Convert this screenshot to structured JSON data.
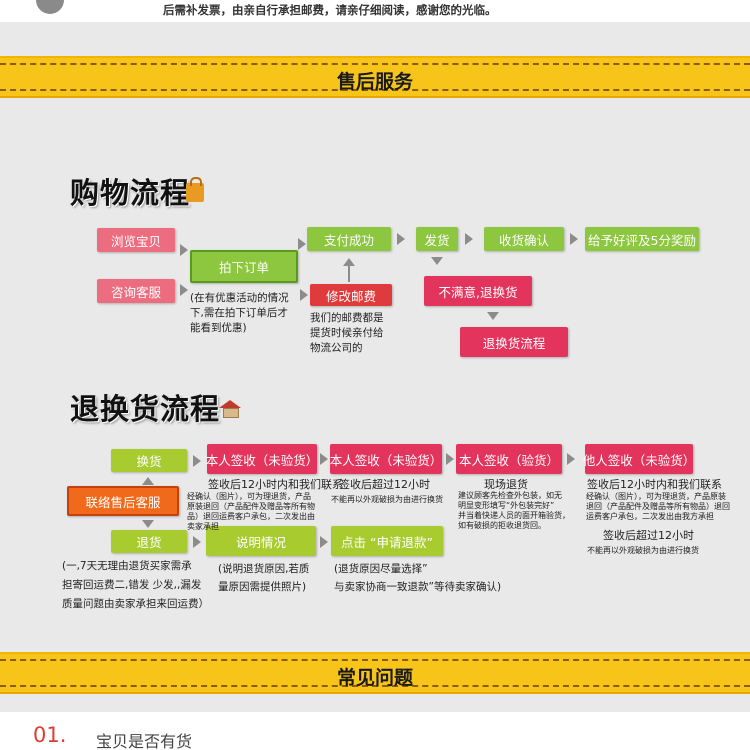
{
  "top": {
    "text": "后需补发票，由亲自行承担邮费，请亲仔细阅读，感谢您的光临。"
  },
  "banners": {
    "after_sales": "售后服务",
    "faq": "常见问题"
  },
  "shopping": {
    "title": "购物流程",
    "browse": "浏览宝贝",
    "consult": "咨询客服",
    "order": "拍下订单",
    "order_note": [
      "(在有优惠活动的情况",
      "下,需在拍下订单后才",
      "能看到优惠)"
    ],
    "pay": "支付成功",
    "modify_postage": "修改邮费",
    "postage_note": [
      "我们的邮费都是",
      "提货时候亲付给",
      "物流公司的"
    ],
    "ship": "发货",
    "receive": "收货确认",
    "review": "给予好评及5分奖励",
    "unsatisfied": "不满意,退换货",
    "return_flow": "退换货流程"
  },
  "returns": {
    "title": "退换货流程",
    "exchange": "换货",
    "contact": "联络售后客服",
    "refund": "退货",
    "self_unchecked": "本人签收（未验货）",
    "self_unchecked_2": "本人签收（未验货）",
    "self_checked": "本人签收（验货）",
    "other_unchecked": "他人签收（未验货）",
    "note1_main": "签收后12小时内和我们联系",
    "note1_small": [
      "经确认（图片），可为理退货，产品",
      "原装退回（产品配件及赠品等所有物",
      "品）退回运费客户承包，二次发出由",
      "卖家承担"
    ],
    "note2_main": "签收后超过12小时",
    "note2_small": "不能再以外观破损为由进行换货",
    "note3_main": "现场退货",
    "note3_small": [
      "建议顾客先检查外包装，如无",
      "明显变形填写“外包装完好”",
      "并当着快递人员的面开箱验货，",
      "如有破损的拒收退货回。"
    ],
    "note4_main": "签收后12小时内和我们联系",
    "note4_small": [
      "经确认（图片），可为理退货，产品原装",
      "退回（产品配件及赠品等所有物品）退回",
      "运费客户承包，二次发出由我方承担"
    ],
    "note4_main2": "签收后超过12小时",
    "note4_small2": "不能再以外观破损为由进行换货",
    "explain": "说明情况",
    "explain_note": [
      "(说明退货原因,若质",
      "量原因需提供照片)"
    ],
    "apply": "点击 “申请退款”",
    "apply_note": [
      "(退货原因尽量选择”",
      "与卖家协商一致退款”等待卖家确认)"
    ],
    "refund_note": [
      "(一,7天无理由退货买家需承",
      "担寄回运费二,错发 少发,,漏发",
      "质量问题由卖家承担来回运费）"
    ]
  },
  "faq": {
    "num": "01.",
    "question": "宝贝是否有货"
  },
  "colors": {
    "banner": "#f7c519",
    "pink": "#ec6d80",
    "green": "#8dc63f",
    "magenta": "#e3345d",
    "red": "#df3b3d",
    "orange": "#f16a1c"
  }
}
